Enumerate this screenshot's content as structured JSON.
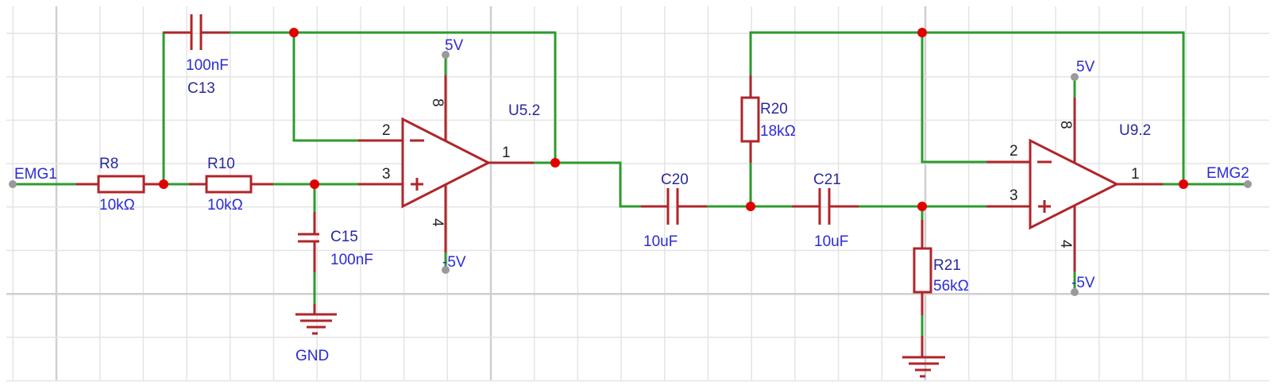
{
  "schematic": {
    "nets": {
      "input": "EMG1",
      "output": "EMG2",
      "ground": "GND"
    },
    "components": {
      "r8": {
        "designator": "R8",
        "value": "10kΩ"
      },
      "r10": {
        "designator": "R10",
        "value": "10kΩ"
      },
      "c13": {
        "designator": "C13",
        "value": "100nF"
      },
      "c15": {
        "designator": "C15",
        "value": "100nF"
      },
      "c20": {
        "designator": "C20",
        "value": "10uF"
      },
      "c21": {
        "designator": "C21",
        "value": "10uF"
      },
      "r20": {
        "designator": "R20",
        "value": "18kΩ"
      },
      "r21": {
        "designator": "R21",
        "value": "56kΩ"
      },
      "u5": {
        "designator": "U5.2",
        "pin_inv": "2",
        "pin_noninv": "3",
        "pin_out": "1",
        "pin_vpos": "8",
        "pin_vneg": "4",
        "vpos": "5V",
        "vneg": "-5V"
      },
      "u9": {
        "designator": "U9.2",
        "pin_inv": "2",
        "pin_noninv": "3",
        "pin_out": "1",
        "pin_vpos": "8",
        "pin_vneg": "4",
        "vpos": "5V",
        "vneg": "-5V"
      }
    },
    "colors": {
      "wire": "#2e9b2e",
      "pin": "#b0252a",
      "junction": "#e00000",
      "label": "#2b2bd6",
      "port": "#9a9a9a"
    }
  }
}
